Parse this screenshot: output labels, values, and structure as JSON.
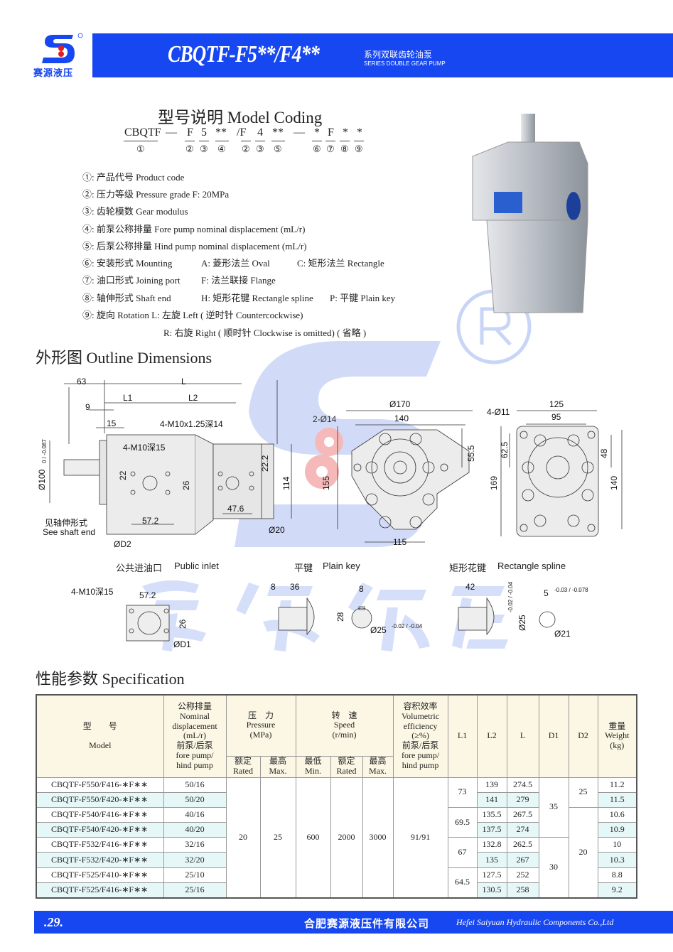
{
  "header": {
    "logo_text": "赛源液压",
    "title": "CBQTF-F5**/F4**",
    "subtitle_cn": "系列双联齿轮油泵",
    "subtitle_en": "SERIES DOUBLE GEAR PUMP"
  },
  "model_coding": {
    "title": "型号说明  Model Coding",
    "code_parts": [
      "CBQTF",
      "—",
      "F",
      "5",
      "**",
      "/F",
      "4",
      "**",
      "—",
      "*",
      "F",
      "*",
      "*"
    ],
    "code_nums": [
      "①",
      "②",
      "③",
      "④",
      "②",
      "③",
      "⑤",
      "⑥",
      "⑦",
      "⑧",
      "⑨"
    ],
    "items": [
      "①:  产品代号  Product code",
      "②:  压力等级  Pressure grade   F: 20MPa",
      "③:  齿轮模数  Gear modulus",
      "④:  前泵公称排量  Fore pump nominal displacement (mL/r)",
      "⑤:  后泵公称排量  Hind pump nominal displacement (mL/r)",
      "⑥:  安装形式  Mounting",
      "⑦:  油口形式  Joining port",
      "⑧:  轴伸形式  Shaft end",
      "⑨:  旋向  Rotation  L: 左旋 Left ( 逆时针 Countercockwise)",
      "R:  右旋 Right ( 顺时针 Clockwise is  omitted) ( 省略 )"
    ],
    "options": {
      "mount_a": "A:  菱形法兰  Oval",
      "mount_c": "C:  矩形法兰  Rectangle",
      "port_f": "F:  法兰联接  Flange",
      "shaft_h": "H:  矩形花键  Rectangle spline",
      "shaft_p": "P:  平键  Plain key"
    }
  },
  "outline": {
    "title": "外形图   Outline Dimensions",
    "side": {
      "d63": "63",
      "L": "L",
      "L1": "L1",
      "L2": "L2",
      "d9": "9",
      "d15": "15",
      "port_hind": "4-M10x1.25深14",
      "port_fore": "4-M10深15",
      "dia100": "Ø100",
      "tol100": "0 / -0.087",
      "d22": "22",
      "d26": "26",
      "d22_2": "22.2",
      "d114": "114",
      "d57_2": "57.2",
      "d47_6": "47.6",
      "d20": "Ø20",
      "D2": "ØD2",
      "shaft_cn": "见轴伸形式",
      "shaft_en": "See shaft end"
    },
    "oval": {
      "d170": "Ø170",
      "d140": "140",
      "holes": "2-Ø14",
      "d55_5": "55.5",
      "d155": "155",
      "d115": "115"
    },
    "rect": {
      "d125": "125",
      "d95": "95",
      "holes": "4-Ø11",
      "d62_5": "62.5",
      "d48": "48",
      "d169": "169",
      "d140": "140"
    }
  },
  "details": {
    "inlet": {
      "label_cn": "公共进油口",
      "label_en": "Public inlet",
      "thread": "4-M10深15",
      "d57_2": "57.2",
      "d26": "26",
      "D1": "ØD1"
    },
    "plainkey": {
      "label_cn": "平键",
      "label_en": "Plain key",
      "d8": "8",
      "d36": "36",
      "d8b": "8",
      "d28": "28",
      "d25": "Ø25",
      "tol": "-0.02 / -0.04"
    },
    "spline": {
      "label_cn": "矩形花键",
      "label_en": "Rectangle spline",
      "d42": "42",
      "d5": "5",
      "tol5": "-0.03 / -0.078",
      "d25": "Ø25",
      "tol25": "-0.02 / -0.04",
      "d21": "Ø21"
    }
  },
  "watermark": "赛源液压",
  "spec": {
    "title": "性能参数   Specification",
    "headers": {
      "model_cn": "型　　号",
      "model_en": "Model",
      "disp": "公称排量\nNominal\ndisplacement\n(mL/r)\n前泵/后泵\nfore pump/\nhind pump",
      "pressure": "压　力\nPressure\n(MPa)",
      "speed": "转　速\nSpeed\n(r/min)",
      "eff": "容积效率\nVolumetric\nefficiency\n(≥%)\n前泵/后泵\nfore pump/\nhind pump",
      "L1": "L1",
      "L2": "L2",
      "L": "L",
      "D1": "D1",
      "D2": "D2",
      "weight": "重量\nWeight\n(kg)",
      "rated": "额定\nRated",
      "max": "最高\nMax.",
      "min": "最低\nMin.",
      "srated": "额定\nRated",
      "smax": "最高\nMax."
    },
    "rows": [
      {
        "model": "CBQTF-F550/F416-∗F∗∗",
        "disp": "50/16",
        "L2": "139",
        "L": "274.5",
        "w": "11.2"
      },
      {
        "model": "CBQTF-F550/F420-∗F∗∗",
        "disp": "50/20",
        "L2": "141",
        "L": "279",
        "w": "11.5"
      },
      {
        "model": "CBQTF-F540/F416-∗F∗∗",
        "disp": "40/16",
        "L2": "135.5",
        "L": "267.5",
        "w": "10.6"
      },
      {
        "model": "CBQTF-F540/F420-∗F∗∗",
        "disp": "40/20",
        "L2": "137.5",
        "L": "274",
        "w": "10.9"
      },
      {
        "model": "CBQTF-F532/F416-∗F∗∗",
        "disp": "32/16",
        "L2": "132.8",
        "L": "262.5",
        "w": "10"
      },
      {
        "model": "CBQTF-F532/F420-∗F∗∗",
        "disp": "32/20",
        "L2": "135",
        "L": "267",
        "w": "10.3"
      },
      {
        "model": "CBQTF-F525/F410-∗F∗∗",
        "disp": "25/10",
        "L2": "127.5",
        "L": "252",
        "w": "8.8"
      },
      {
        "model": "CBQTF-F525/F416-∗F∗∗",
        "disp": "25/16",
        "L2": "130.5",
        "L": "258",
        "w": "9.2"
      }
    ],
    "shared": {
      "p_rated": "20",
      "p_max": "25",
      "s_min": "600",
      "s_rated": "2000",
      "s_max": "3000",
      "eff": "91/91"
    },
    "L1": [
      "73",
      "69.5",
      "67",
      "64.5"
    ],
    "D1": [
      "35",
      "30"
    ],
    "D2": [
      "25",
      "20"
    ]
  },
  "footer": {
    "page": ".29.",
    "company_cn": "合肥赛源液压件有限公司",
    "company_en": "Hefei Saiyuan Hydraulic Components Co.,Ltd"
  },
  "colors": {
    "brand_blue": "#1747f0",
    "band": "#e6f7f8",
    "header_bg": "#fbf7e4"
  }
}
